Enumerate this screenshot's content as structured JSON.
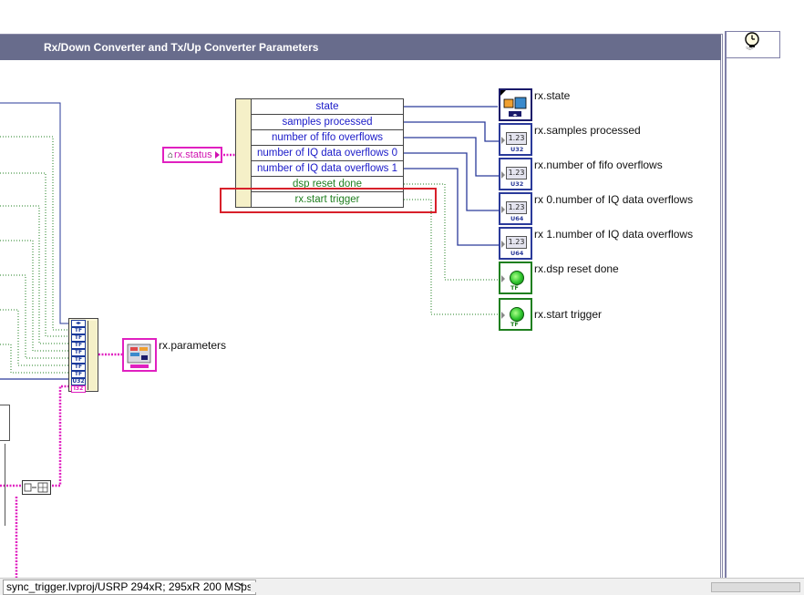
{
  "frame": {
    "title": "Rx/Down Converter and Tx/Up Converter Parameters"
  },
  "unbundle": {
    "rows": [
      {
        "label": "state",
        "color": "#1a1ac8"
      },
      {
        "label": "samples processed",
        "color": "#1a1ac8"
      },
      {
        "label": "number of fifo overflows",
        "color": "#1a1ac8"
      },
      {
        "label": "number of IQ data overflows 0",
        "color": "#1a1ac8"
      },
      {
        "label": "number of IQ data overflows 1",
        "color": "#1a1ac8"
      },
      {
        "label": "dsp reset done",
        "color": "#1f7f1f"
      },
      {
        "label": "rx.start trigger",
        "color": "#1f7f1f"
      }
    ]
  },
  "status_control": {
    "label": "rx.status"
  },
  "indicators": [
    {
      "label": "rx.state",
      "kind": "cluster-icon",
      "tag": ""
    },
    {
      "label": "rx.samples processed",
      "kind": "numeric",
      "tag": "U32",
      "display": "1.23"
    },
    {
      "label": "rx.number of fifo overflows",
      "kind": "numeric",
      "tag": "U32",
      "display": "1.23"
    },
    {
      "label": "rx 0.number of IQ data overflows",
      "kind": "numeric",
      "tag": "U64",
      "display": "1.23"
    },
    {
      "label": "rx 1.number of IQ data overflows",
      "kind": "numeric",
      "tag": "U64",
      "display": "1.23"
    },
    {
      "label": "rx.dsp reset done",
      "kind": "boolean",
      "tag": "TF"
    },
    {
      "label": "rx.start trigger",
      "kind": "boolean",
      "tag": "TF"
    }
  ],
  "bundle_terminals": [
    "◂▸",
    "TF",
    "TF",
    "TF",
    "TF",
    "TF",
    "TF",
    "TF",
    "U32",
    "I32"
  ],
  "parameters_indicator": {
    "label": "rx.parameters"
  },
  "statusbar": {
    "path": "sync_trigger.lvproj/USRP 294xR; 295xR 200 MSps",
    "scroll_left": "◂"
  },
  "colors": {
    "frame_header": "#686c8c",
    "numeric_wire": "#2a3a9a",
    "boolean_wire": "#1f7f1f",
    "cluster_wire": "#e020c0",
    "highlight": "#d8202a"
  }
}
